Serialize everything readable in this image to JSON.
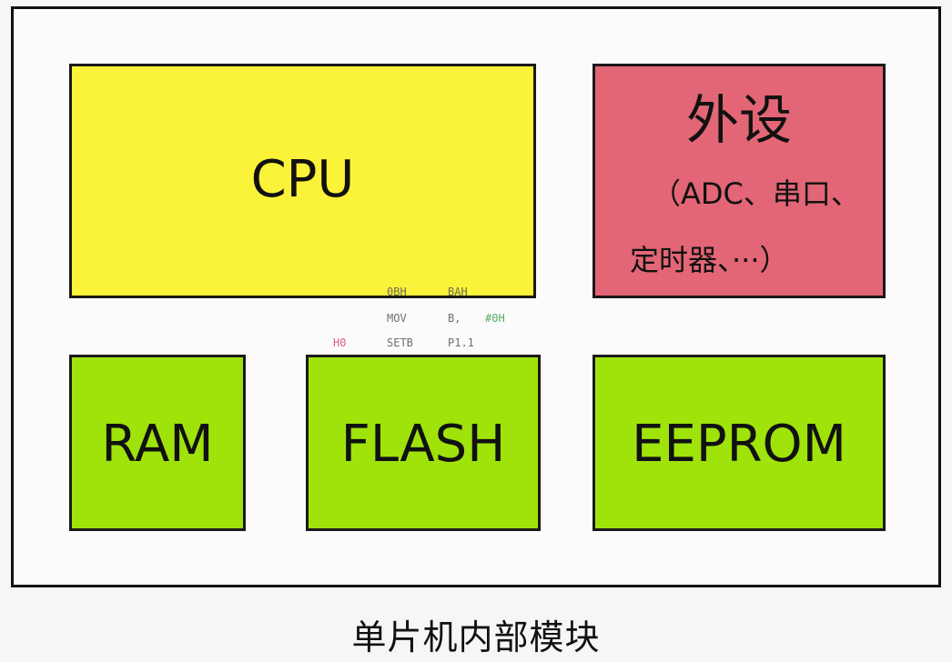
{
  "blocks": {
    "cpu": "CPU",
    "peripheral": {
      "title": "外设",
      "detail_line1": "（ADC、串口、",
      "detail_line2": "定时器、···）"
    },
    "ram": "RAM",
    "flash": "FLASH",
    "eeprom": "EEPROM"
  },
  "code_overlay": {
    "r1c1": "0BH",
    "r1c2": "BAH",
    "r2c1": "MOV",
    "r2c2": "B,",
    "r2c3": "#0H",
    "r3c0": "H0",
    "r3c1": "SETB",
    "r3c2": "P1.1"
  },
  "caption": "单片机内部模块",
  "colors": {
    "cpu": "#fbf23a",
    "peripheral": "#e26676",
    "memory": "#9fe30b"
  }
}
